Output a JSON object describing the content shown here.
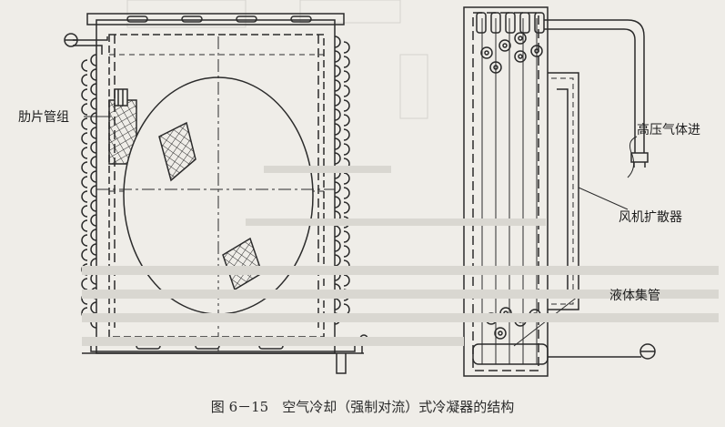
{
  "labels": {
    "fin_tube_group": "肋片管组",
    "high_pressure_gas_in": "高压气体进",
    "fan_diffuser": "风机扩散器",
    "liquid_header": "液体集管"
  },
  "caption": "图 6－15　空气冷却（强制对流）式冷凝器的结构",
  "colors": {
    "line": "#2b2b2b",
    "background": "#efede8",
    "ghost_text": "#c9c7c1"
  },
  "icons": [
    "pipe-fitting-icon",
    "hatched-mesh-icon"
  ]
}
